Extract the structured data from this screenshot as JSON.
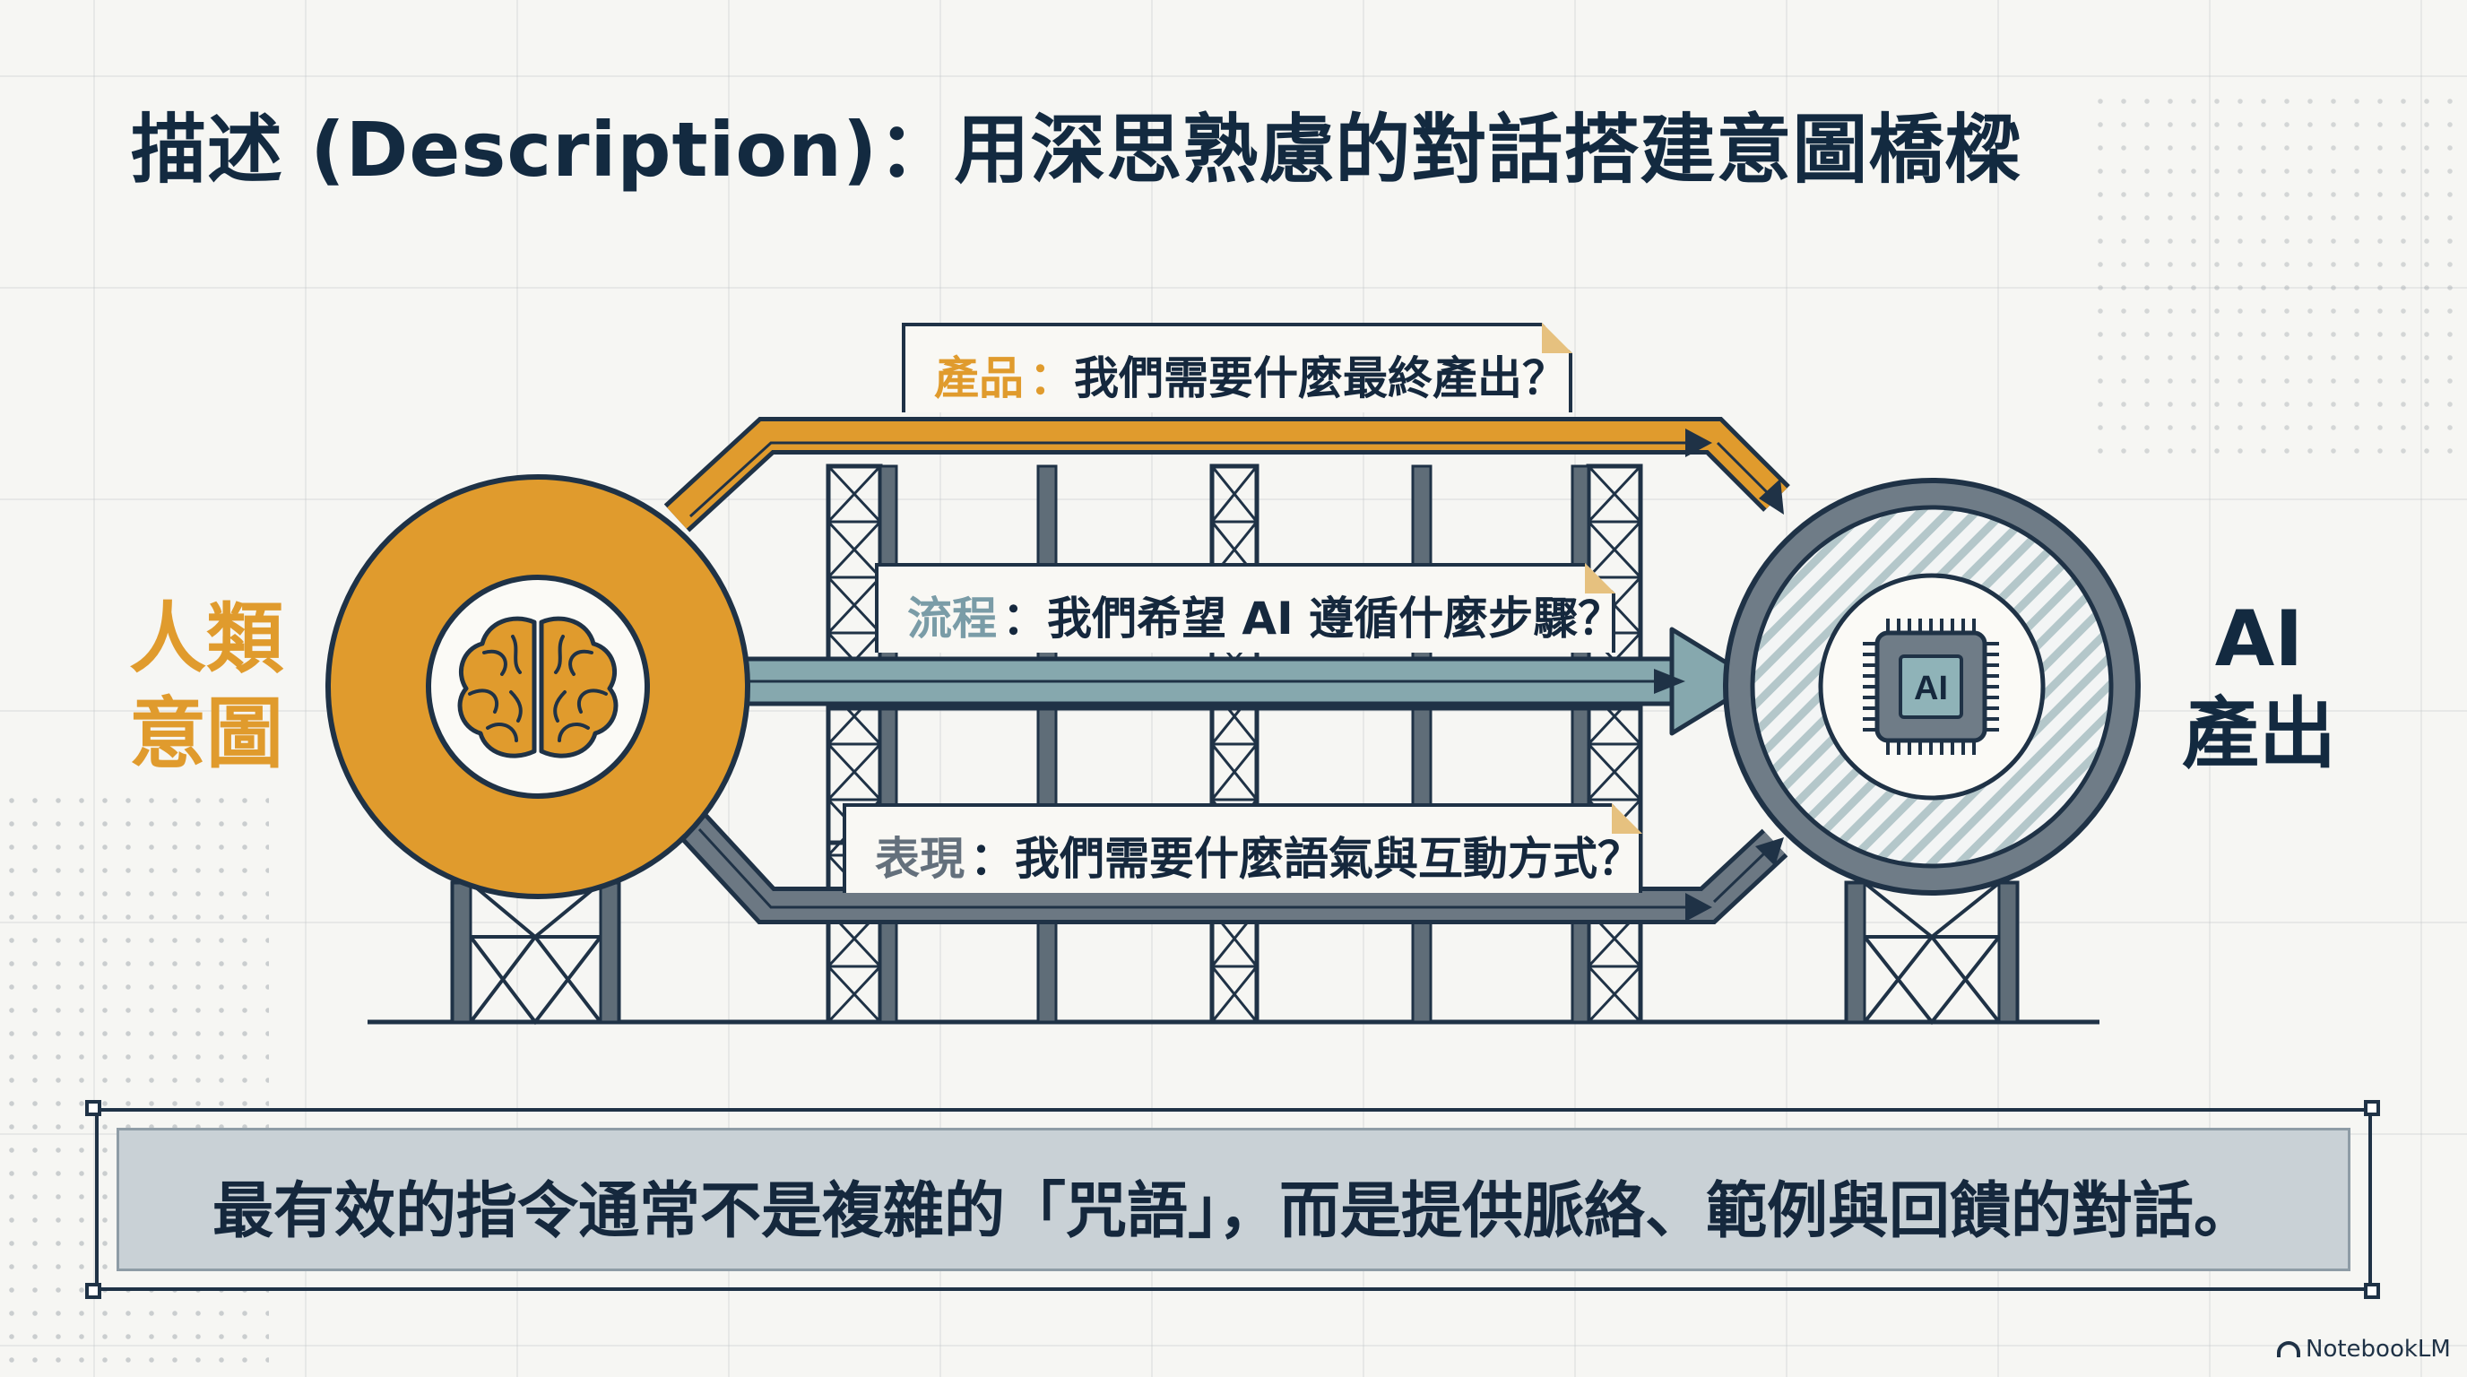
{
  "title": "描述 (Description)：用深思熟慮的對話搭建意圖橋樑",
  "labels": {
    "human_line1": "人類",
    "human_line2": "意圖",
    "ai_line1": "AI",
    "ai_line2": "產出",
    "chip": "AI"
  },
  "callouts": [
    {
      "key": "產品",
      "sep": "：",
      "text": "我們需要什麼最終產出？"
    },
    {
      "key": "流程",
      "sep": "：",
      "text": "我們希望 AI 遵循什麼步驟？"
    },
    {
      "key": "表現",
      "sep": "：",
      "text": "我們需要什麼語氣與互動方式？"
    }
  ],
  "quote": "最有效的指令通常不是複雜的「咒語」，而是提供脈絡、範例與回饋的對話。",
  "brand": "NotebookLM",
  "icons": [
    "brain-icon",
    "ai-chip-icon",
    "notebooklm-logo-icon"
  ],
  "colors": {
    "product": "#e09b2d",
    "process": "#7a9ca7",
    "presentation": "#64707c",
    "navy": "#15283d"
  }
}
